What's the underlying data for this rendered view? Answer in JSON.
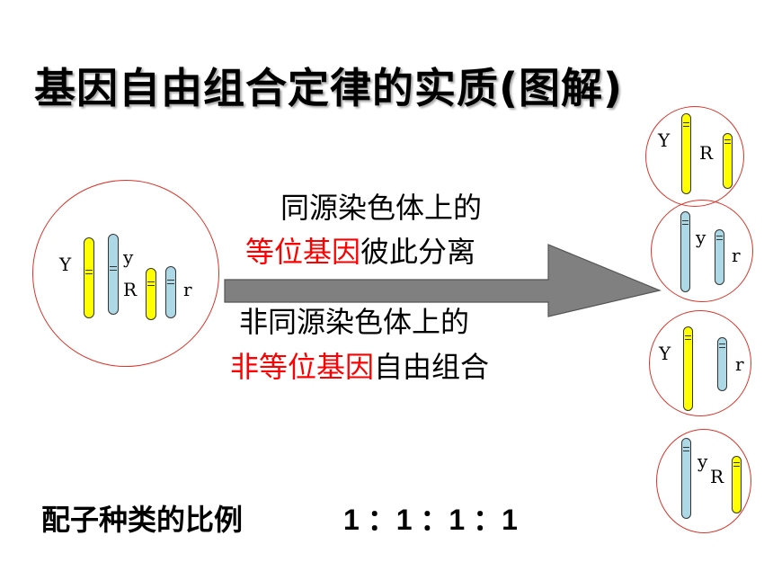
{
  "title": "基因自由组合定律的实质(图解)",
  "colors": {
    "cell_border": "#d9352b",
    "allele_yellow": "#ffff00",
    "allele_blue": "#add8e6",
    "highlight_red": "#ff0000",
    "arrow_fill": "#808080"
  },
  "parent_cell": {
    "labels": {
      "Y": "Y",
      "y": "y",
      "R": "R",
      "r": "r"
    }
  },
  "middle_text": {
    "line1": "同源染色体上的",
    "line2_red": "等位基因",
    "line2_rest": "彼此分离",
    "line3": "非同源染色体上的",
    "line4_red": "非等位基因",
    "line4_rest": "自由组合"
  },
  "gametes": [
    {
      "label1": "Y",
      "label2": "R"
    },
    {
      "label1": "y",
      "label2": "r"
    },
    {
      "label1": "Y",
      "label2": "r"
    },
    {
      "label1": "y",
      "label2": "R"
    }
  ],
  "ratio": {
    "label": "配子种类的比例",
    "value": "1 ：1 ：1 ：1"
  }
}
